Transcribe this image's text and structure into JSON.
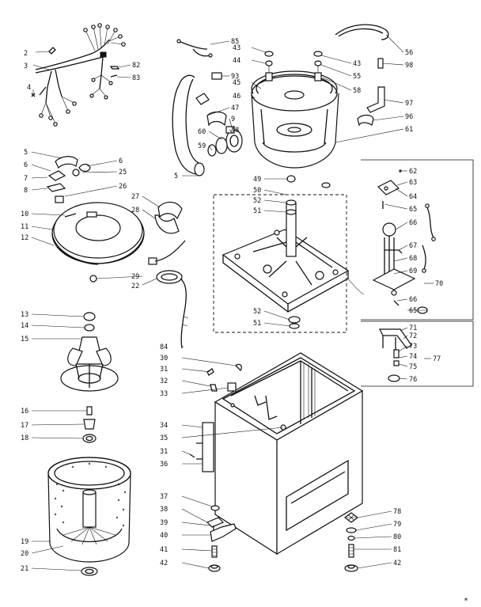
{
  "callouts": [
    {
      "id": "c2",
      "label": "2"
    },
    {
      "id": "c3",
      "label": "3"
    },
    {
      "id": "c4",
      "label": "4"
    },
    {
      "id": "c5a",
      "label": "5"
    },
    {
      "id": "c6a",
      "label": "6"
    },
    {
      "id": "c6b",
      "label": "6"
    },
    {
      "id": "c7",
      "label": "7"
    },
    {
      "id": "c25",
      "label": "25"
    },
    {
      "id": "c8",
      "label": "8"
    },
    {
      "id": "c26",
      "label": "26"
    },
    {
      "id": "c27",
      "label": "27"
    },
    {
      "id": "c28",
      "label": "28"
    },
    {
      "id": "c10",
      "label": "10"
    },
    {
      "id": "c11",
      "label": "11"
    },
    {
      "id": "c12",
      "label": "12"
    },
    {
      "id": "c29",
      "label": "29"
    },
    {
      "id": "c22",
      "label": "22"
    },
    {
      "id": "c13",
      "label": "13"
    },
    {
      "id": "c14",
      "label": "14"
    },
    {
      "id": "c15",
      "label": "15"
    },
    {
      "id": "c16",
      "label": "16"
    },
    {
      "id": "c17",
      "label": "17"
    },
    {
      "id": "c18",
      "label": "18"
    },
    {
      "id": "c19",
      "label": "19"
    },
    {
      "id": "c20",
      "label": "20"
    },
    {
      "id": "c21",
      "label": "21"
    },
    {
      "id": "c82",
      "label": "82"
    },
    {
      "id": "c83",
      "label": "83"
    },
    {
      "id": "c85",
      "label": "85"
    },
    {
      "id": "c43a",
      "label": "43"
    },
    {
      "id": "c44",
      "label": "44"
    },
    {
      "id": "c93",
      "label": "93"
    },
    {
      "id": "c45",
      "label": "45"
    },
    {
      "id": "c46",
      "label": "46"
    },
    {
      "id": "c47",
      "label": "47"
    },
    {
      "id": "c9",
      "label": "9"
    },
    {
      "id": "c48",
      "label": "48"
    },
    {
      "id": "c60",
      "label": "60"
    },
    {
      "id": "c59",
      "label": "59"
    },
    {
      "id": "c5b",
      "label": "5"
    },
    {
      "id": "c56",
      "label": "56"
    },
    {
      "id": "c98",
      "label": "98"
    },
    {
      "id": "c43b",
      "label": "43"
    },
    {
      "id": "c55",
      "label": "55"
    },
    {
      "id": "c58",
      "label": "58"
    },
    {
      "id": "c97",
      "label": "97"
    },
    {
      "id": "c96",
      "label": "96"
    },
    {
      "id": "c61",
      "label": "61"
    },
    {
      "id": "c49",
      "label": "49"
    },
    {
      "id": "c50",
      "label": "50"
    },
    {
      "id": "c52a",
      "label": "52"
    },
    {
      "id": "c51a",
      "label": "51"
    },
    {
      "id": "c52b",
      "label": "52"
    },
    {
      "id": "c51b",
      "label": "51"
    },
    {
      "id": "c62",
      "label": "62"
    },
    {
      "id": "c63",
      "label": "63"
    },
    {
      "id": "c64",
      "label": "64"
    },
    {
      "id": "c65a",
      "label": "65"
    },
    {
      "id": "c66a",
      "label": "66"
    },
    {
      "id": "c67",
      "label": "67"
    },
    {
      "id": "c68",
      "label": "68"
    },
    {
      "id": "c69",
      "label": "69"
    },
    {
      "id": "c70",
      "label": "70"
    },
    {
      "id": "c66b",
      "label": "66"
    },
    {
      "id": "c65b",
      "label": "65"
    },
    {
      "id": "c71",
      "label": "71"
    },
    {
      "id": "c72",
      "label": "72"
    },
    {
      "id": "c73",
      "label": "73"
    },
    {
      "id": "c74",
      "label": "74"
    },
    {
      "id": "c75",
      "label": "75"
    },
    {
      "id": "c77",
      "label": "77"
    },
    {
      "id": "c76",
      "label": "76"
    },
    {
      "id": "c84",
      "label": "84"
    },
    {
      "id": "c30",
      "label": "30"
    },
    {
      "id": "c31a",
      "label": "31"
    },
    {
      "id": "c32",
      "label": "32"
    },
    {
      "id": "c33",
      "label": "33"
    },
    {
      "id": "c34",
      "label": "34"
    },
    {
      "id": "c35",
      "label": "35"
    },
    {
      "id": "c31b",
      "label": "31"
    },
    {
      "id": "c36",
      "label": "36"
    },
    {
      "id": "c37",
      "label": "37"
    },
    {
      "id": "c38",
      "label": "38"
    },
    {
      "id": "c39",
      "label": "39"
    },
    {
      "id": "c40",
      "label": "40"
    },
    {
      "id": "c41",
      "label": "41"
    },
    {
      "id": "c42a",
      "label": "42"
    },
    {
      "id": "c78",
      "label": "78"
    },
    {
      "id": "c79",
      "label": "79"
    },
    {
      "id": "c80",
      "label": "80"
    },
    {
      "id": "c81",
      "label": "81"
    },
    {
      "id": "c42b",
      "label": "42"
    }
  ],
  "corner_mark": "*"
}
